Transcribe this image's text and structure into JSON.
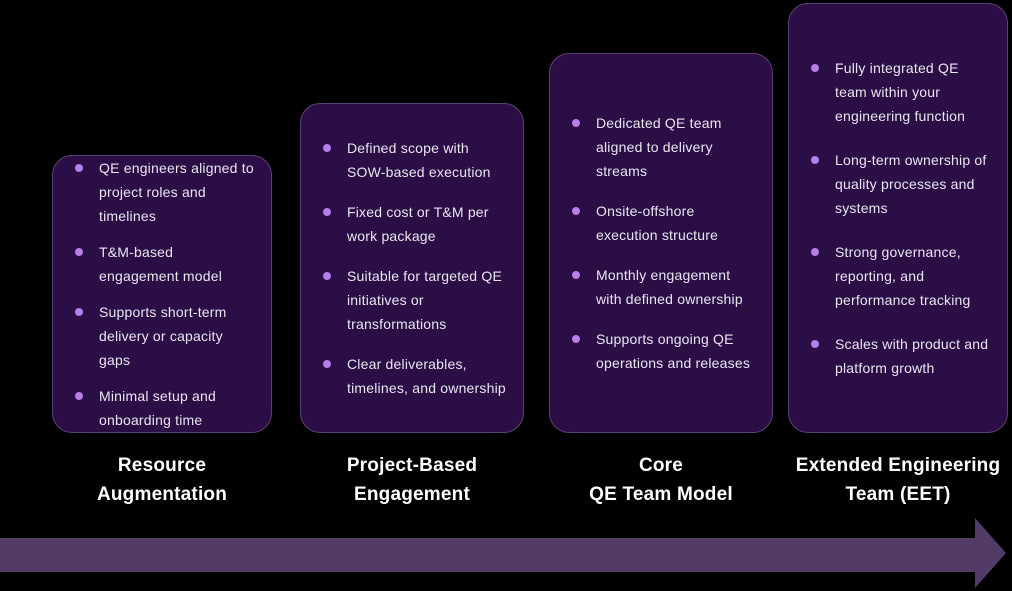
{
  "colors": {
    "background": "#000000",
    "card_bg": "#2a0e45",
    "card_border": "#5a4174",
    "bullet_dot": "#b67fe9",
    "body_text": "#eae5f2",
    "title_text": "#ffffff",
    "arrow": "#533b68"
  },
  "cards": [
    {
      "title_lines": [
        "Resource",
        "Augmentation"
      ],
      "bullets": [
        "QE engineers aligned to project roles and timelines",
        "T&M-based engagement model",
        "Supports short-term delivery or capacity gaps",
        "Minimal setup and onboarding time"
      ]
    },
    {
      "title_lines": [
        "Project-Based",
        "Engagement"
      ],
      "bullets": [
        "Defined scope with SOW-based execution",
        "Fixed cost or T&M per work package",
        "Suitable for targeted QE initiatives or transformations",
        "Clear deliverables, timelines, and ownership"
      ]
    },
    {
      "title_lines": [
        "Core",
        "QE Team Model"
      ],
      "bullets": [
        "Dedicated QE team aligned to delivery streams",
        "Onsite-offshore execution structure",
        "Monthly engagement with defined ownership",
        "Supports ongoing QE operations and releases"
      ]
    },
    {
      "title_lines": [
        "Extended Engineering",
        "Team (EET)"
      ],
      "bullets": [
        "Fully integrated QE team within your engineering function",
        "Long-term ownership of quality processes and systems",
        "Strong governance, reporting, and performance tracking",
        "Scales with product and platform growth"
      ]
    }
  ],
  "arrow": {
    "icon": "right-arrow-icon",
    "direction": "right"
  }
}
